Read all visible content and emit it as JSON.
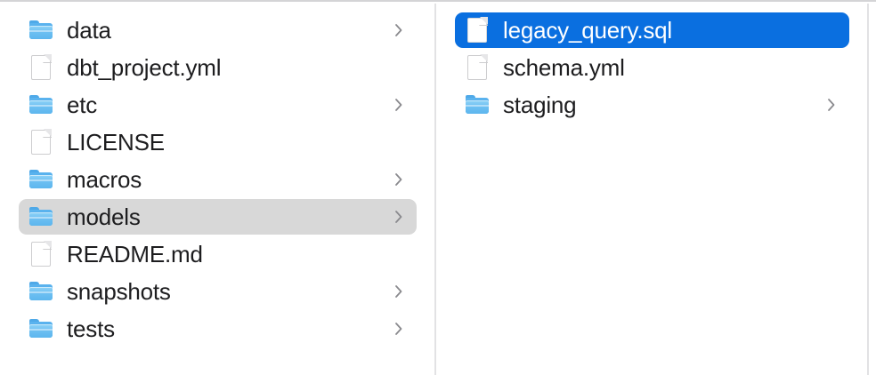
{
  "window": {
    "title": "Finder Column View",
    "view_mode": "column"
  },
  "theme": {
    "background": "#ffffff",
    "selection_active": "#0a6fe0",
    "selection_inactive": "#d8d8d8",
    "text": "#1d1d1f",
    "text_selected": "#ffffff",
    "divider": "#e2e2e4",
    "folder_blue": "#5db6ee",
    "chevron": "#8a8a8e"
  },
  "columns": [
    {
      "name": "project-root-column",
      "items": [
        {
          "label": "data",
          "icon": "folder-icon",
          "kind": "folder",
          "chevron": true,
          "selected": false,
          "selection_style": "none"
        },
        {
          "label": "dbt_project.yml",
          "icon": "document-icon",
          "kind": "file",
          "chevron": false,
          "selected": false,
          "selection_style": "none"
        },
        {
          "label": "etc",
          "icon": "folder-icon",
          "kind": "folder",
          "chevron": true,
          "selected": false,
          "selection_style": "none"
        },
        {
          "label": "LICENSE",
          "icon": "document-icon",
          "kind": "file",
          "chevron": false,
          "selected": false,
          "selection_style": "none"
        },
        {
          "label": "macros",
          "icon": "folder-icon",
          "kind": "folder",
          "chevron": true,
          "selected": false,
          "selection_style": "none"
        },
        {
          "label": "models",
          "icon": "folder-icon",
          "kind": "folder",
          "chevron": true,
          "selected": true,
          "selection_style": "gray"
        },
        {
          "label": "README.md",
          "icon": "document-icon",
          "kind": "file",
          "chevron": false,
          "selected": false,
          "selection_style": "none"
        },
        {
          "label": "snapshots",
          "icon": "folder-icon",
          "kind": "folder",
          "chevron": true,
          "selected": false,
          "selection_style": "none"
        },
        {
          "label": "tests",
          "icon": "folder-icon",
          "kind": "folder",
          "chevron": true,
          "selected": false,
          "selection_style": "none"
        }
      ]
    },
    {
      "name": "models-column",
      "items": [
        {
          "label": "legacy_query.sql",
          "icon": "document-icon",
          "kind": "file",
          "chevron": false,
          "selected": true,
          "selection_style": "blue"
        },
        {
          "label": "schema.yml",
          "icon": "document-icon",
          "kind": "file",
          "chevron": false,
          "selected": false,
          "selection_style": "none"
        },
        {
          "label": "staging",
          "icon": "folder-icon",
          "kind": "folder",
          "chevron": true,
          "selected": false,
          "selection_style": "none"
        }
      ]
    }
  ]
}
